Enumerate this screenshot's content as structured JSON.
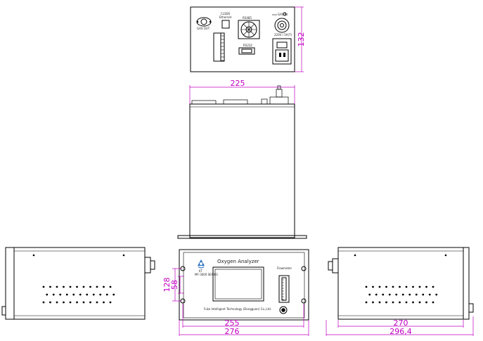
{
  "rear_view": {
    "gas_out": "GAS OUT",
    "gas_in": "GAS IN",
    "eth_label_1": "CLSDS",
    "eth_label_2": "Ethernet",
    "rs485_label": "RS485",
    "rs232_label": "RS232",
    "power_label": "220V / 5A(T)",
    "height_dim": "132"
  },
  "top_view": {
    "width_dim": "225"
  },
  "front_view": {
    "title": "Oxygen Analyzer",
    "model": "MF-3000 SERIES",
    "logo_caption": "IIT",
    "flowmeter_label": "Flowmeter",
    "company": "Fuko Intelligent Technology (Dongguan) Co.,Ltd.",
    "dim_128": "128",
    "dim_58": "58",
    "dim_255": "255",
    "dim_276": "276"
  },
  "right_view": {
    "dim_270": "270",
    "dim_296": "296,4"
  },
  "colors": {
    "line": "#000000",
    "dim": "#c000c0",
    "panel_fill": "#f2f2f2"
  }
}
